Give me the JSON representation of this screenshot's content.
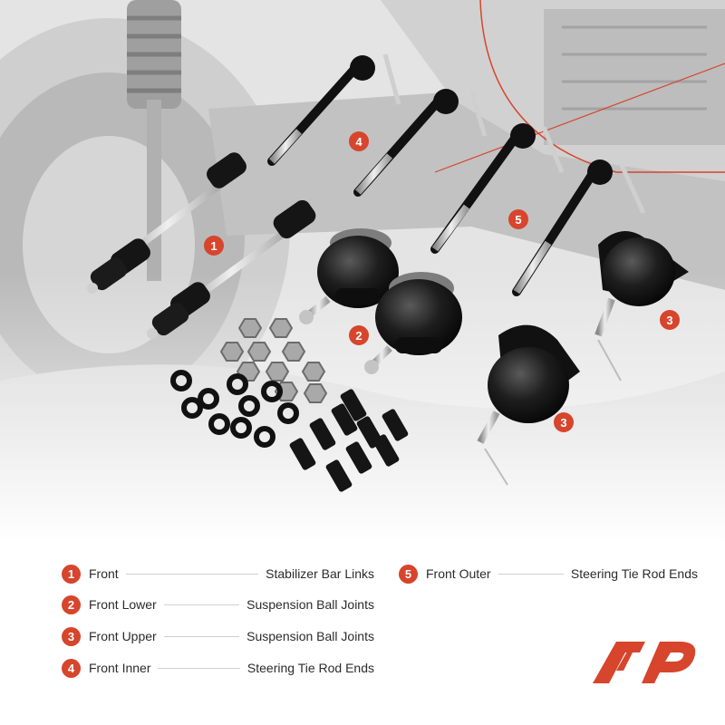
{
  "brand_color": "#d6452c",
  "callouts": [
    "1",
    "2",
    "3",
    "3",
    "4",
    "5"
  ],
  "legend": [
    {
      "num": "1",
      "position": "Front",
      "part": "Stabilizer Bar Links"
    },
    {
      "num": "2",
      "position": "Front Lower",
      "part": "Suspension Ball Joints"
    },
    {
      "num": "3",
      "position": "Front Upper",
      "part": "Suspension Ball Joints"
    },
    {
      "num": "4",
      "position": "Front Inner",
      "part": "Steering Tie Rod Ends"
    },
    {
      "num": "5",
      "position": "Front Outer",
      "part": "Steering Tie Rod Ends"
    }
  ],
  "logo": {
    "name": "ap-logo-icon"
  }
}
